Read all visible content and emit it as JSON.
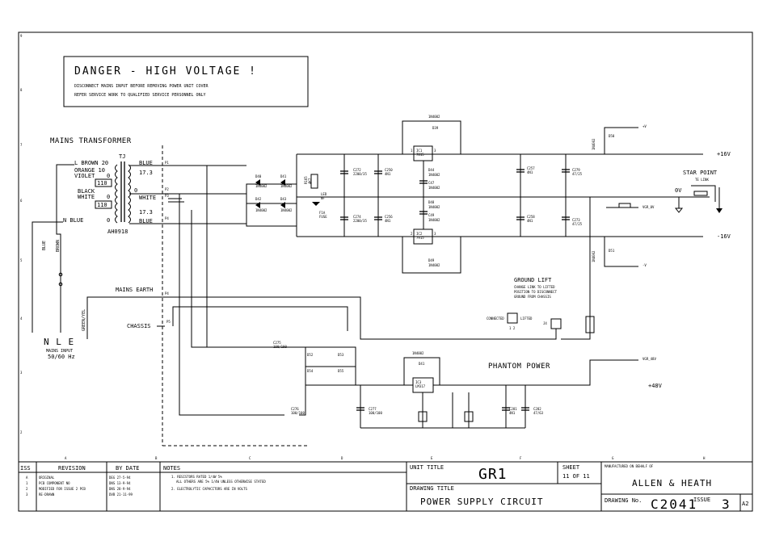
{
  "warning": {
    "title": "DANGER - HIGH VOLTAGE !",
    "line1": "DISCONNECT MAINS INPUT BEFORE REMOVING POWER UNIT COVER",
    "line2": "REFER SERVICE WORK TO QUALIFIED SERVICE PERSONNEL ONLY"
  },
  "transformer": {
    "title": "MAINS TRANSFORMER",
    "ref": "TJ",
    "part": "AH0918",
    "primary": [
      {
        "label": "L  BROWN 20",
        "sub": ""
      },
      {
        "label": "ORANGE 10",
        "sub": ""
      },
      {
        "label": "VIOLET",
        "sub": "0"
      },
      {
        "label": "BLACK",
        "sub": ""
      },
      {
        "label": "WHITE",
        "sub": "0"
      },
      {
        "label": "N  BLUE",
        "sub": "0"
      }
    ],
    "tap110a": "110",
    "tap110b": "110",
    "secondary": [
      {
        "label": "BLUE",
        "pin": "P1"
      },
      {
        "label": "17.3",
        "pin": ""
      },
      {
        "label": "WHITE",
        "pin": "P2"
      },
      {
        "label": "17.3",
        "pin": "P3"
      },
      {
        "label": "BLUE",
        "pin": "P4"
      }
    ],
    "centre_tap": "0"
  },
  "mains": {
    "earth_label": "MAINS EARTH",
    "chassis_label": "CHASSIS",
    "earth_pin": "P4",
    "chassis_pin": "P5",
    "wire_blue": "BLUE",
    "wire_brown": "BROWN",
    "wire_green": "GREEN/YEL",
    "terminals": "N  L    E",
    "input_title": "MAINS INPUT",
    "input_spec": "50/60 Hz"
  },
  "rails": {
    "pos": "+16V",
    "neg": "-16V",
    "zero": "0V",
    "star_point": "STAR POINT",
    "link": "TE LINK",
    "phantom_out": "+48V",
    "pos_ref": "+V",
    "neg_ref": "-V"
  },
  "parts": {
    "reg_pos": "IC1\n7815",
    "reg_neg": "IC2\n7915",
    "reg_ph": "IC3\nLM317",
    "c_big1": "C272\n2200/35",
    "c_big2": "C274\n2200/35",
    "c_small1": "C250\n4N1",
    "c_small2": "C256\n4N1",
    "c_out1": "C257\n4N1",
    "c_out2": "C258\n4N1",
    "c_el1": "C279\n47/25",
    "c_el2": "C273\n47/25",
    "fuse": "F1A\nFUSE",
    "led": "LED\nNF",
    "r_led": "R165\n4K7"
  },
  "ground_lift": {
    "title": "GROUND LIFT",
    "note1": "CHANGE LINK TO LIFTED",
    "note2": "POSITION TO DISCONNECT",
    "note3": "GROUND FROM CHASSIS",
    "connected": "CONNECTED",
    "lifted": "LIFTED",
    "pins": "1  2",
    "jumper": "J4"
  },
  "phantom": {
    "title": "PHANTOM POWER",
    "c_in1": "C275\n100/100",
    "c_in2": "C276\n100/100",
    "c_out": "C277\n100/100",
    "c_a": "C281\n4N1",
    "c_b": "C282\n47/63"
  },
  "grid": {
    "cols": [
      "A",
      "B",
      "C",
      "D",
      "E",
      "F",
      "G",
      "H"
    ],
    "rows": [
      "9",
      "8",
      "7",
      "6",
      "5",
      "4",
      "3",
      "2"
    ]
  },
  "titleblock": {
    "iss_label": "ISS",
    "revision_label": "REVISION",
    "by_date_label": "BY  DATE",
    "notes_label": "NOTES",
    "revisions": [
      {
        "iss": "A",
        "rev": "ORIGINAL",
        "by": "DEG 27-5-94"
      },
      {
        "iss": "1",
        "rev": "PCB COMPONENT NO",
        "by": "DNS 13-9-94"
      },
      {
        "iss": "2",
        "rev": "MODIFIED FOR ISSUE 2 PCB",
        "by": "DNS 28-9-94"
      },
      {
        "iss": "3",
        "rev": "RE-DRAWN",
        "by": "DVB 21-11-99"
      }
    ],
    "note1": "1. RESISTORS RATED 1/4W 5%",
    "note1b": "ALL OTHERS ARE 5% 1/4W UNLESS OTHERWISE STATED",
    "note2": "2. ELECTROLYTIC CAPACITORS ARE IN VOLTS",
    "unit_title_label": "UNIT TITLE",
    "unit_title": "GR1",
    "sheet_label": "SHEET",
    "sheet": "11 OF 11",
    "drawing_title_label": "DRAWING TITLE",
    "drawing_title": "POWER SUPPLY CIRCUIT",
    "copyright_label": "MANUFACTURED ON BEHALF OF",
    "company": "ALLEN & HEATH",
    "drawing_no_label": "DRAWING No.",
    "drawing_no": "C2041",
    "issue_label": "ISSUE",
    "issue": "3",
    "size": "A2"
  }
}
